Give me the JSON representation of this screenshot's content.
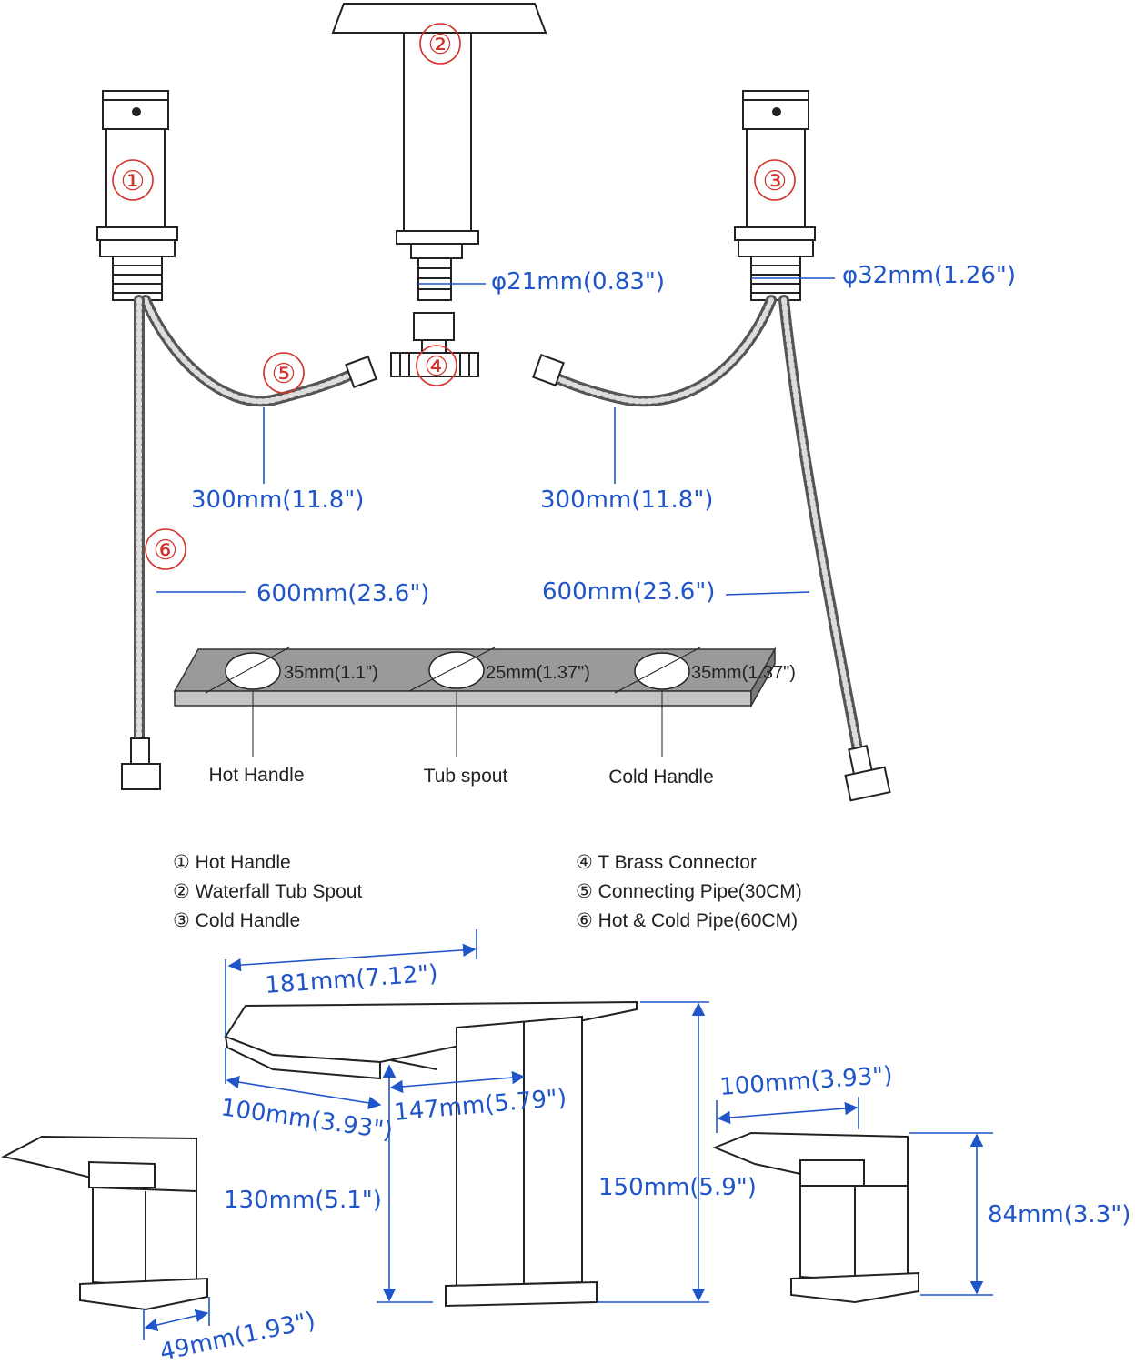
{
  "parts": {
    "marker_1": "①",
    "marker_2": "②",
    "marker_3": "③",
    "marker_4": "④",
    "marker_5": "⑤",
    "marker_6": "⑥"
  },
  "exploded_dims": {
    "spout_thread": "φ21mm(0.83\")",
    "handle_thread": "φ32mm(1.26\")",
    "pipe_left_short": "300mm(11.8\")",
    "pipe_right_short": "300mm(11.8\")",
    "pipe_left_long": "600mm(23.6\")",
    "pipe_right_long": "600mm(23.6\")"
  },
  "plate": {
    "hole1": "35mm(1.1\")",
    "hole2": "25mm(1.37\")",
    "hole3": "35mm(1.37\")",
    "label1": "Hot Handle",
    "label2": "Tub spout",
    "label3": "Cold Handle"
  },
  "legend": {
    "item1": "① Hot Handle",
    "item2": "② Waterfall Tub Spout",
    "item3": "③ Cold Handle",
    "item4": "④ T Brass Connector",
    "item5": "⑤ Connecting Pipe(30CM)",
    "item6": "⑥ Hot & Cold Pipe(60CM)"
  },
  "dims": {
    "spout_length": "181mm(7.12\")",
    "spout_reach": "100mm(3.93\")",
    "spout_depth": "147mm(5.79\")",
    "spout_clearance": "130mm(5.1\")",
    "spout_height": "150mm(5.9\")",
    "handle_length": "100mm(3.93\")",
    "handle_height": "84mm(3.3\")",
    "handle_base": "49mm(1.93\")"
  }
}
